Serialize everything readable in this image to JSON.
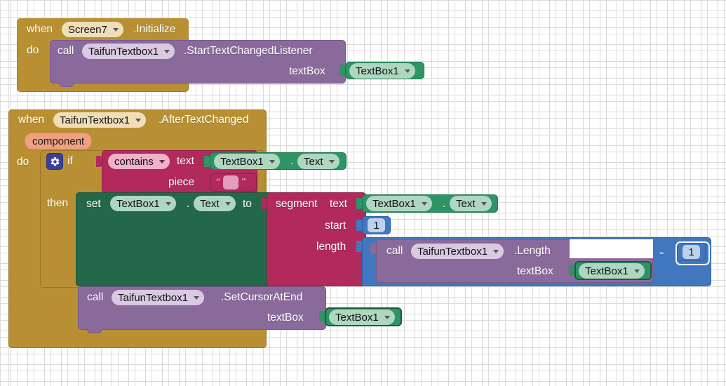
{
  "editor": {
    "name": "MIT App Inventor Blocks Editor",
    "background": "#ffffff",
    "grid_color": "#d9d9d9"
  },
  "palette": {
    "event_block": "#b89033",
    "control_block": "#b89033",
    "procedure_call_block": "#8a6a9b",
    "component_getter_block": "#2e9465",
    "component_setter_block": "#24684a",
    "text_block": "#b12a5b",
    "math_block": "#4177be",
    "parameter_chip": "#f0a080"
  },
  "blocks": {
    "event1": {
      "when": "when",
      "component": "Screen7",
      "event": ".Initialize",
      "do": "do",
      "call": {
        "call": "call",
        "component": "TaifunTextbox1",
        "method": ".StartTextChangedListener",
        "arg_label": "textBox",
        "arg_value": "TextBox1"
      }
    },
    "event2": {
      "when": "when",
      "component": "TaifunTextbox1",
      "event": ".AfterTextChanged",
      "param": "component",
      "do": "do",
      "if": {
        "if": "if",
        "then": "then",
        "condition": {
          "op": "contains",
          "text_label": "text",
          "text_value_component": "TextBox1",
          "text_value_property": "Text",
          "piece_label": "piece",
          "piece_value": "",
          "open_quote": "“",
          "close_quote": "”"
        },
        "then_body": {
          "set": "set",
          "component": "TextBox1",
          "property": "Text",
          "to": "to",
          "value": {
            "op": "segment",
            "text_label": "text",
            "text_component": "TextBox1",
            "text_property": "Text",
            "start_label": "start",
            "start_value": "1",
            "length_label": "length",
            "length_expr": {
              "minus": "-",
              "right_operand": "1",
              "call": "call",
              "component": "TaifunTextbox1",
              "method": ".Length",
              "arg_label": "textBox",
              "arg_value": "TextBox1"
            }
          }
        }
      },
      "after_if_call": {
        "call": "call",
        "component": "TaifunTextbox1",
        "method": ".SetCursorAtEnd",
        "arg_label": "textBox",
        "arg_value": "TextBox1"
      }
    }
  }
}
